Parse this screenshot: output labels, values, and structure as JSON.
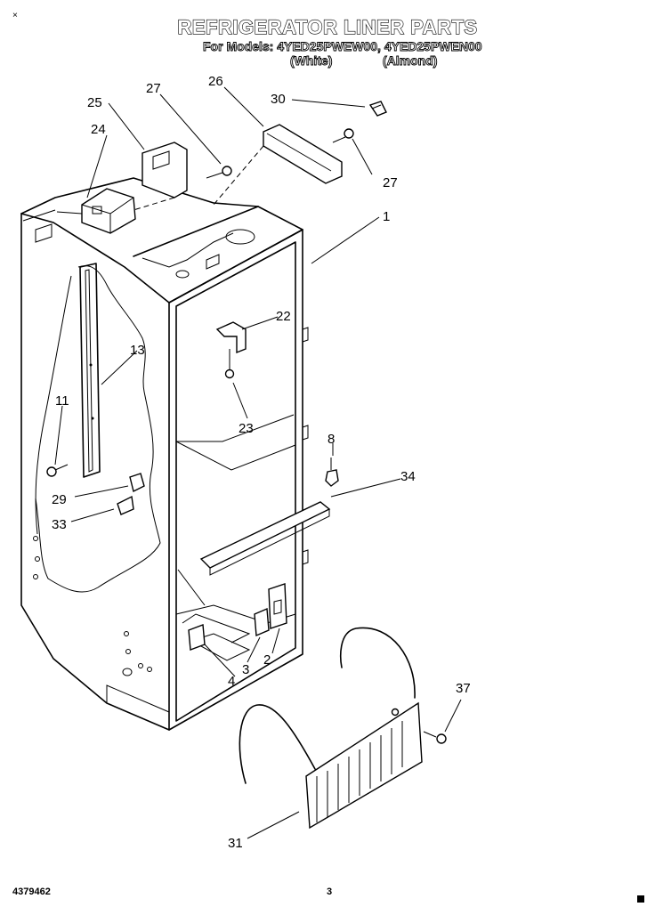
{
  "title": "REFRIGERATOR LINER PARTS",
  "models_line": "For Models: 4YED25PWEW00, 4YED25PWEN00",
  "variant_white": "(White)",
  "variant_almond": "(Almond)",
  "corner_mark": "×",
  "footer": {
    "doc_number": "4379462",
    "page_number": "3"
  },
  "callouts": {
    "c1": "1",
    "c2": "2",
    "c3": "3",
    "c4": "4",
    "c8": "8",
    "c11": "11",
    "c13": "13",
    "c22": "22",
    "c23": "23",
    "c24": "24",
    "c25": "25",
    "c26": "26",
    "c27a": "27",
    "c27b": "27",
    "c29": "29",
    "c30": "30",
    "c31": "31",
    "c33": "33",
    "c34": "34",
    "c37": "37"
  }
}
